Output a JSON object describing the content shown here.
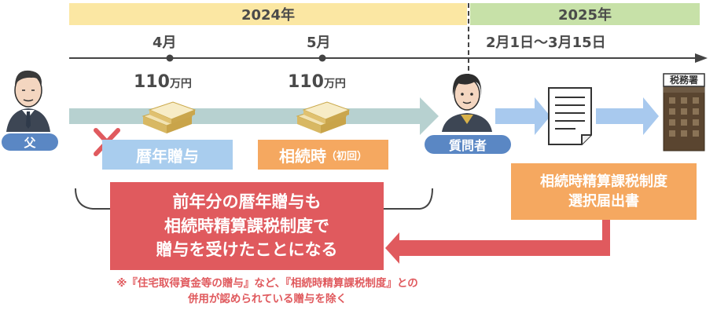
{
  "timeline": {
    "year_2024": "2024年",
    "year_2025": "2025年",
    "month_april": "4月",
    "month_may": "5月",
    "period_2025": "2月1日〜3月15日"
  },
  "gifts": {
    "amount_num_1": "110",
    "amount_unit_1": "万円",
    "amount_num_2": "110",
    "amount_unit_2": "万円",
    "calendar_year_gift": "暦年贈与",
    "settlement_main": "相続時",
    "settlement_sub": "（初回）"
  },
  "people": {
    "father": "父",
    "questioner": "質問者",
    "tax_office": "税務署"
  },
  "form": {
    "line1": "相続時精算課税制度",
    "line2": "選択届出書"
  },
  "result": {
    "line1": "前年分の暦年贈与も",
    "line2": "相続時精算課税制度で",
    "line3": "贈与を受けたことになる"
  },
  "note": {
    "line1": "※『住宅取得資金等の贈与』など、『相続時精算課税制度』との",
    "line2": "併用が認められている贈与を除く"
  },
  "colors": {
    "year_2024_band": "#fbe7a3",
    "year_2025_band": "#c7e1a8",
    "arrow_gray": "#b7d1d0",
    "arrow_blue": "#a8c9ee",
    "blue_label": "#a9cdee",
    "orange": "#f5a860",
    "red": "#e05a5e",
    "badge": "#5a87c4"
  }
}
